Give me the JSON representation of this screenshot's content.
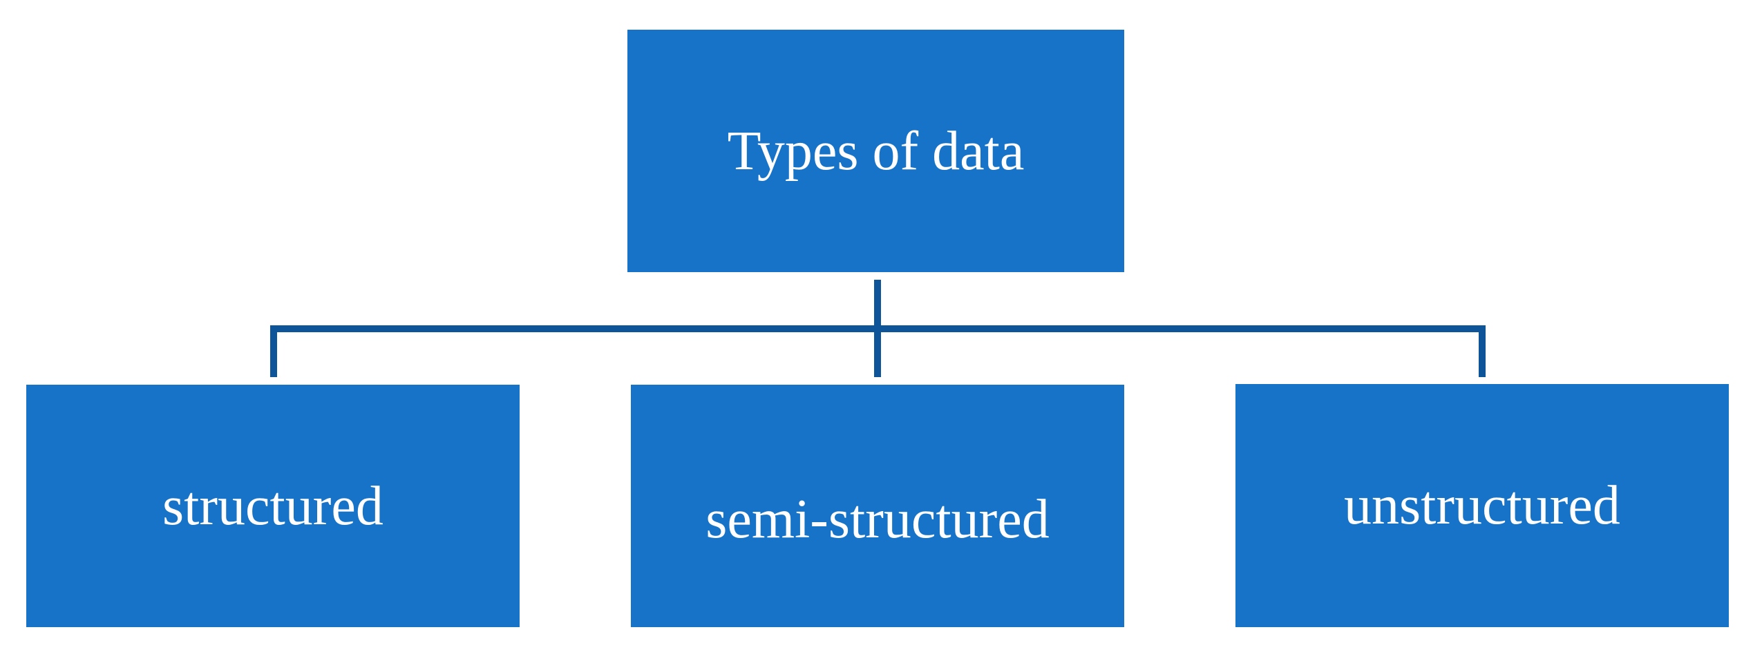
{
  "diagram": {
    "type": "hierarchy",
    "root": {
      "label": "Types of data"
    },
    "children": [
      {
        "label": "structured"
      },
      {
        "label": "semi-structured"
      },
      {
        "label": "unstructured"
      }
    ],
    "colors": {
      "box_fill": "#1773c8",
      "connector": "#0d5499",
      "text": "#ffffff",
      "background": "#ffffff"
    }
  }
}
